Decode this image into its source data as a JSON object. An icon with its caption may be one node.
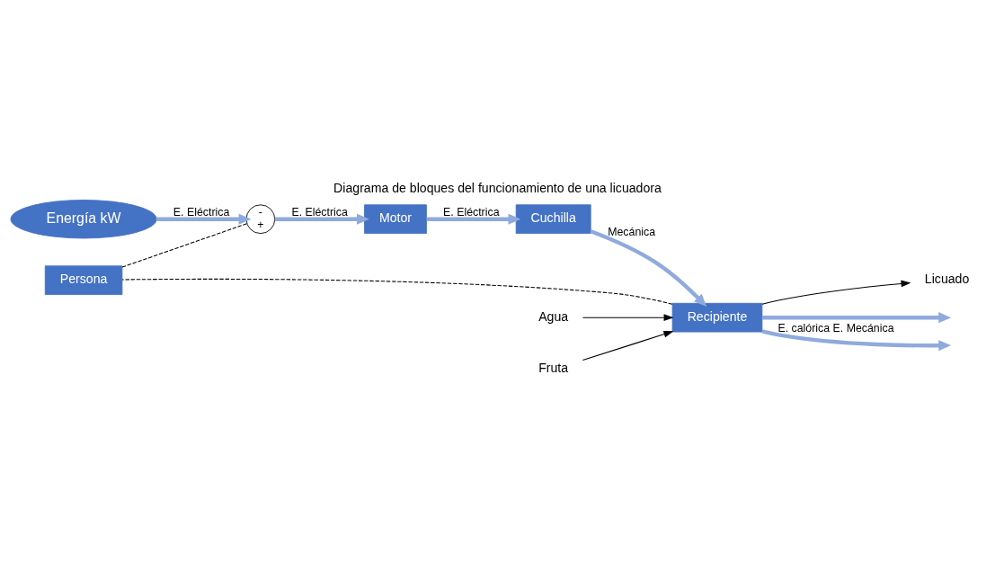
{
  "diagram": {
    "title": "Diagrama de bloques del funcionamiento de una licuadora",
    "nodes": [
      {
        "text": [
          "Energía kW"
        ]
      },
      {
        "text": [
          "-",
          "+"
        ]
      },
      {
        "text": [
          "Motor"
        ]
      },
      {
        "text": [
          "Cuchilla"
        ]
      },
      {
        "text": [
          "Recipiente"
        ]
      },
      {
        "text": [
          "Agua"
        ]
      },
      {
        "text": [
          "Fruta"
        ]
      },
      {
        "text": [
          "Licuado"
        ]
      },
      {
        "text": [
          "Persona"
        ]
      }
    ],
    "edges": [
      {
        "from": 0,
        "to": 1,
        "arrow": "to",
        "label": "E. Eléctrica"
      },
      {
        "from": 1,
        "to": 2,
        "arrow": "to",
        "label": "E. Eléctrica"
      },
      {
        "from": 2,
        "to": 3,
        "arrow": "to",
        "label": "E. Eléctrica"
      },
      {
        "from": 3,
        "to": 4,
        "arrow": "to",
        "label": "Mecánica"
      },
      {
        "from": 5,
        "to": 4,
        "arrow": "to",
        "color": "#000000"
      },
      {
        "from": 6,
        "to": 4,
        "arrow": "to",
        "color": "#000000"
      },
      {
        "from": 4,
        "to": 7,
        "arrow": "to",
        "color": "#000000"
      },
      {
        "from": 4,
        "to": null,
        "arrow": "to"
      },
      {
        "from": 4,
        "to": null,
        "arrow": "to",
        "label": "E. calórica E. Mecánica"
      },
      {
        "from": 4,
        "to": 8,
        "arrow": "none",
        "style": "dashed",
        "color": "#000000"
      },
      {
        "from": 8,
        "to": 1,
        "arrow": "none",
        "style": "dashed",
        "color": "#000000"
      }
    ]
  }
}
